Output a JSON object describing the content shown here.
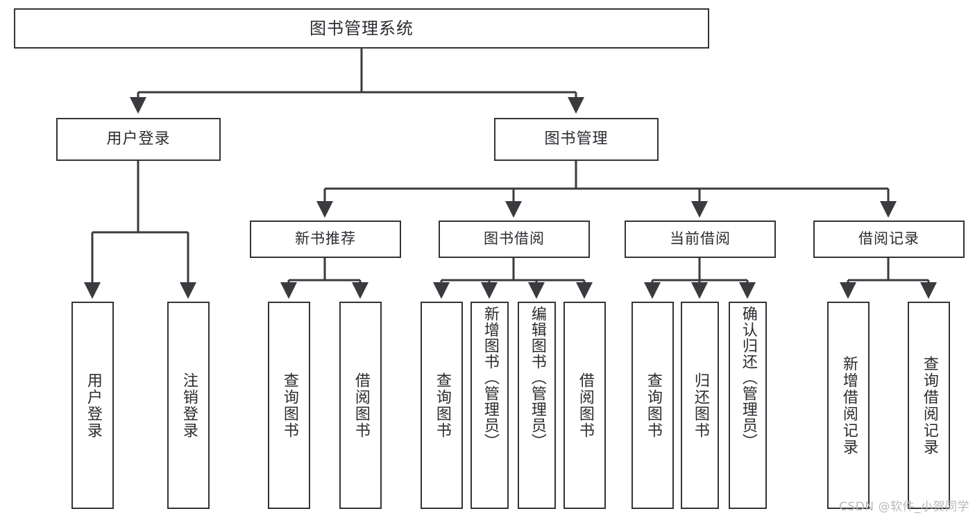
{
  "diagram": {
    "title": "图书管理系统",
    "type": "tree",
    "colors": {
      "box_border": "#33333a",
      "box_fill": "#ffffff",
      "edge": "#3a3a3f",
      "text": "#2b2b31",
      "watermark": "#b9b9bd",
      "background": "#ffffff"
    },
    "root": {
      "id": "root",
      "label": "图书管理系统"
    },
    "level1": [
      {
        "id": "user-login",
        "label": "用户登录"
      },
      {
        "id": "book-manage",
        "label": "图书管理"
      }
    ],
    "level2": [
      {
        "id": "new-book-rec",
        "label": "新书推荐",
        "parent": "book-manage"
      },
      {
        "id": "book-borrow",
        "label": "图书借阅",
        "parent": "book-manage"
      },
      {
        "id": "current-borrow",
        "label": "当前借阅",
        "parent": "book-manage"
      },
      {
        "id": "borrow-record",
        "label": "借阅记录",
        "parent": "book-manage"
      }
    ],
    "leaves": [
      {
        "id": "leaf-user-login",
        "label": "用户登录",
        "parent": "user-login"
      },
      {
        "id": "leaf-user-logout",
        "label": "注销登录",
        "parent": "user-login"
      },
      {
        "id": "leaf-rec-query-book",
        "label": "查询图书",
        "parent": "new-book-rec"
      },
      {
        "id": "leaf-rec-borrow-book",
        "label": "借阅图书",
        "parent": "new-book-rec"
      },
      {
        "id": "leaf-borrow-query-book",
        "label": "查询图书",
        "parent": "book-borrow"
      },
      {
        "id": "leaf-add-book-admin",
        "label": "新增图书（管理员）",
        "parent": "book-borrow"
      },
      {
        "id": "leaf-edit-book-admin",
        "label": "编辑图书（管理员）",
        "parent": "book-borrow"
      },
      {
        "id": "leaf-borrow-book",
        "label": "借阅图书",
        "parent": "book-borrow"
      },
      {
        "id": "leaf-cur-query-book",
        "label": "查询图书",
        "parent": "current-borrow"
      },
      {
        "id": "leaf-return-book",
        "label": "归还图书",
        "parent": "current-borrow"
      },
      {
        "id": "leaf-confirm-return-admin",
        "label": "确认归还（管理员）",
        "parent": "current-borrow"
      },
      {
        "id": "leaf-add-borrow-record",
        "label": "新增借阅记录",
        "parent": "borrow-record"
      },
      {
        "id": "leaf-query-borrow-record",
        "label": "查询借阅记录",
        "parent": "borrow-record"
      }
    ]
  },
  "watermark": {
    "text": "CSDN @软件_小贺同学"
  }
}
